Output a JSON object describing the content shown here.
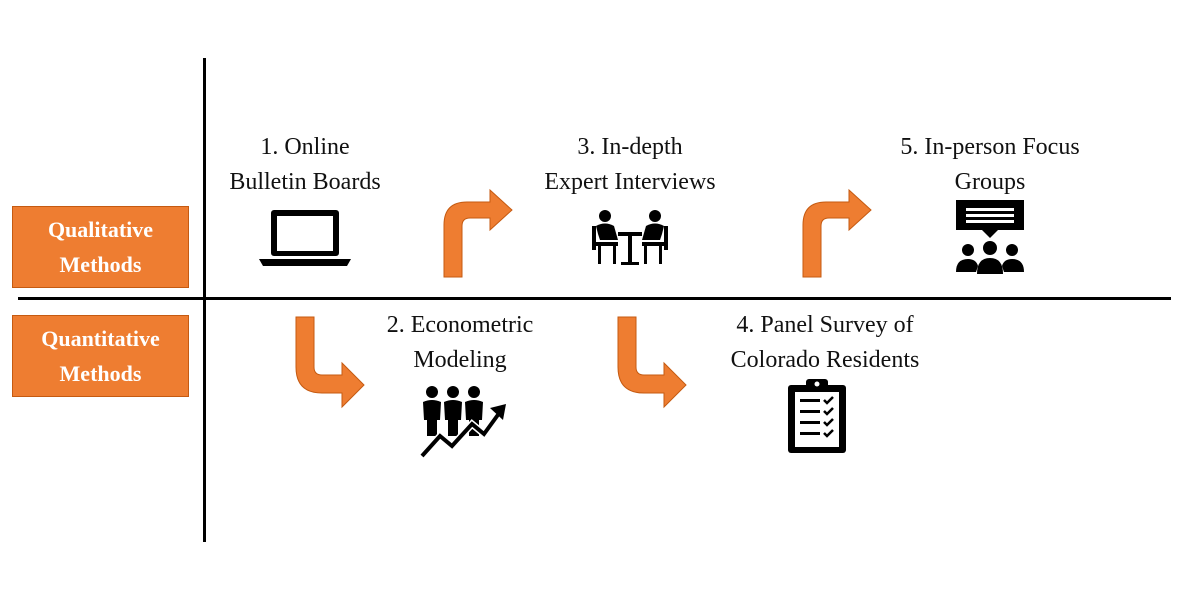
{
  "rows": {
    "qualitative": [
      "Qualitative",
      "Methods"
    ],
    "quantitative": [
      "Quantitative",
      "Methods"
    ]
  },
  "steps": [
    {
      "lines": [
        "1. Online",
        "Bulletin Boards"
      ],
      "icon": "laptop-icon"
    },
    {
      "lines": [
        "2. Econometric",
        "Modeling"
      ],
      "icon": "people-growth-chart-icon"
    },
    {
      "lines": [
        "3. In-depth",
        "Expert Interviews"
      ],
      "icon": "interview-icon"
    },
    {
      "lines": [
        "4. Panel Survey of",
        "Colorado Residents"
      ],
      "icon": "clipboard-checklist-icon"
    },
    {
      "lines": [
        "5. In-person Focus",
        "Groups"
      ],
      "icon": "focus-group-icon"
    }
  ],
  "colors": {
    "accent": "#ee7d31",
    "axis": "#000000",
    "label_text": "#ffffff"
  }
}
